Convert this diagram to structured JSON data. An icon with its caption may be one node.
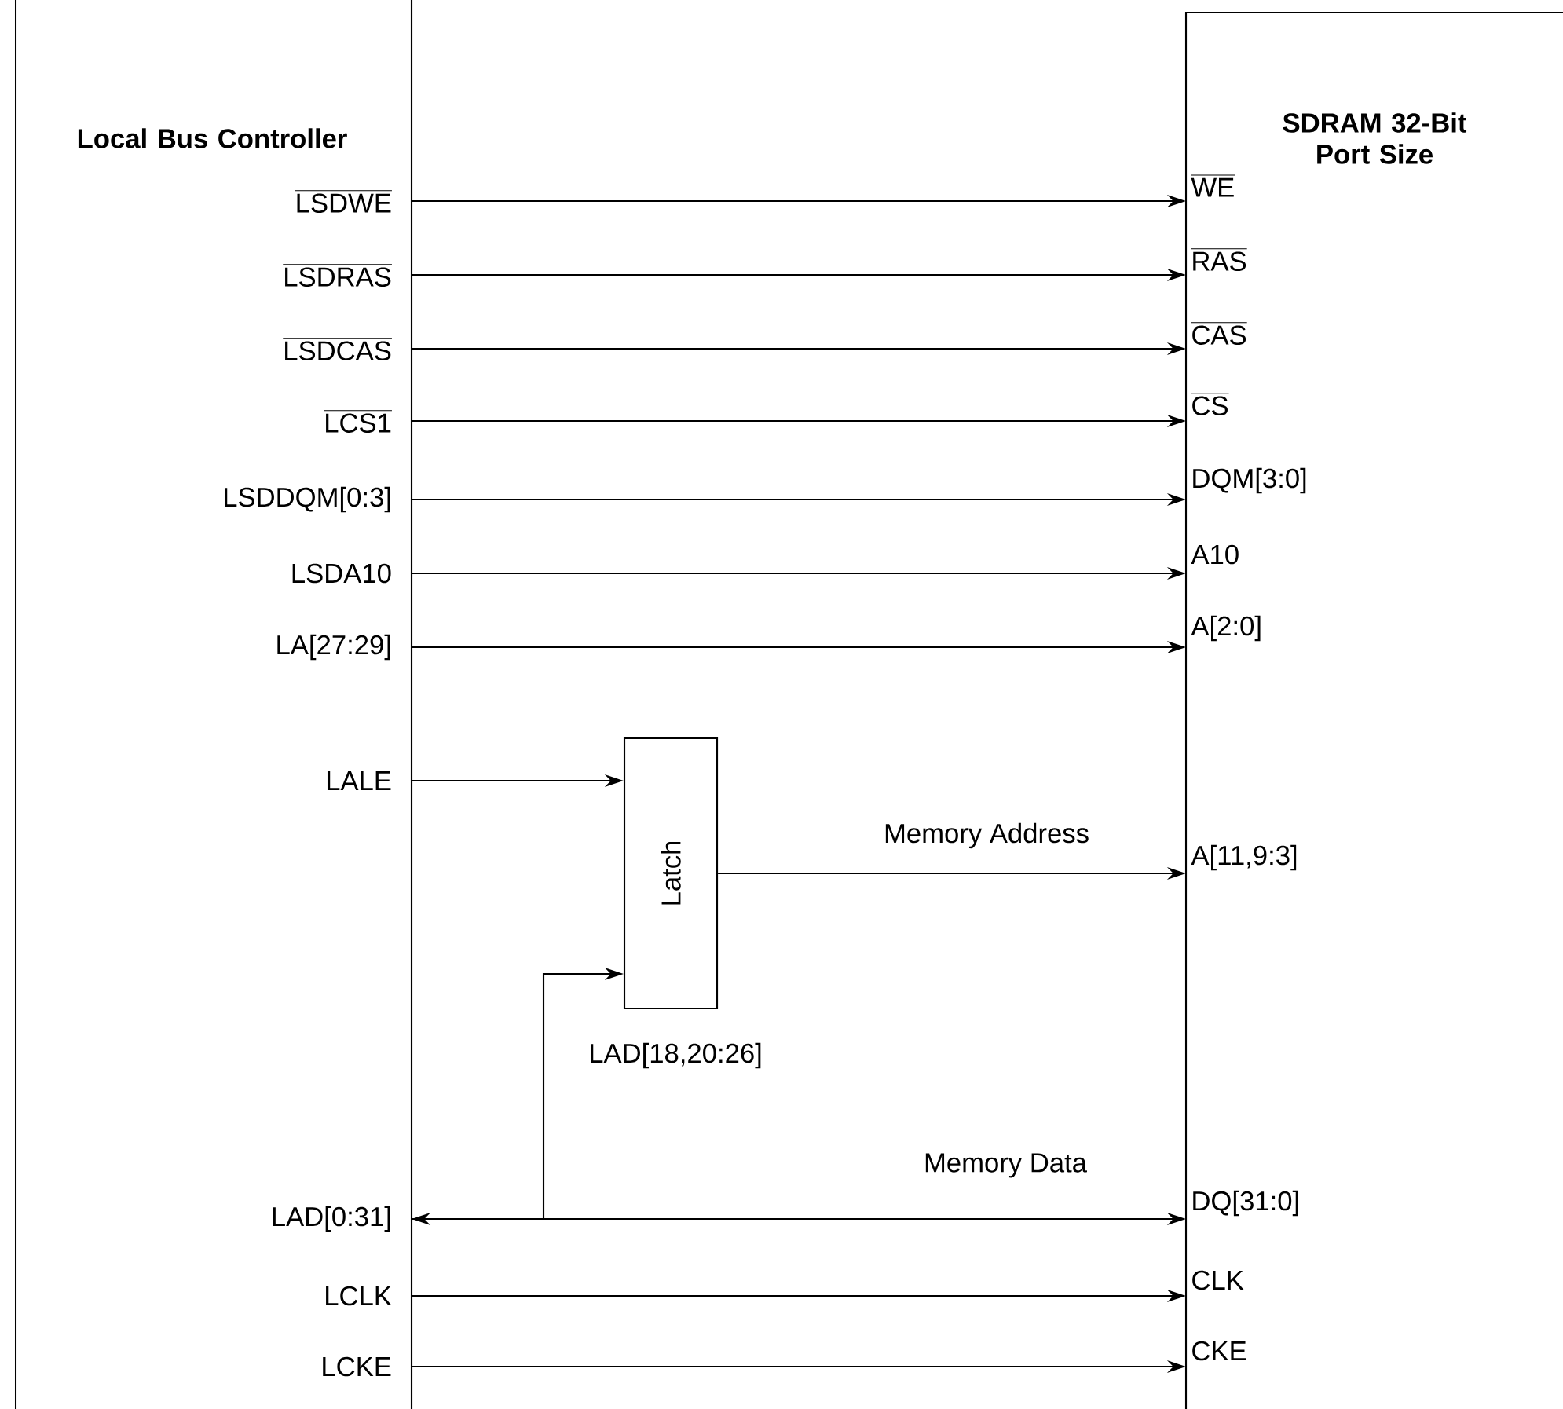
{
  "diagram": {
    "nodes": [
      {
        "text": [
          "Local Bus Controller"
        ]
      },
      {
        "text": [
          "LSDWE"
        ],
        "in": 0
      },
      {
        "text": [
          "LSDRAS"
        ],
        "in": 0
      },
      {
        "text": [
          "LSDCAS"
        ],
        "in": 0
      },
      {
        "text": [
          "LCS1"
        ],
        "in": 0
      },
      {
        "text": [
          "LSDDQM[0:3]"
        ],
        "in": 0
      },
      {
        "text": [
          "LSDA10"
        ],
        "in": 0
      },
      {
        "text": [
          "LA[27:29]"
        ],
        "in": 0
      },
      {
        "text": [
          "LALE"
        ],
        "in": 0
      },
      {
        "text": [
          "LAD[0:31]"
        ],
        "in": 0
      },
      {
        "text": [
          "LCLK"
        ],
        "in": 0
      },
      {
        "text": [
          "LCKE"
        ],
        "in": 0
      },
      {
        "text": [
          "SDRAM 32-Bit Port Size"
        ]
      },
      {
        "text": [
          "WE"
        ],
        "in": 12
      },
      {
        "text": [
          "RAS"
        ],
        "in": 12
      },
      {
        "text": [
          "CAS"
        ],
        "in": 12
      },
      {
        "text": [
          "CS"
        ],
        "in": 12
      },
      {
        "text": [
          "DQM[3:0]"
        ],
        "in": 12
      },
      {
        "text": [
          "A10"
        ],
        "in": 12
      },
      {
        "text": [
          "A[2:0]"
        ],
        "in": 12
      },
      {
        "text": [
          "A[11,9:3]"
        ],
        "in": 12
      },
      {
        "text": [
          "DQ[31:0]"
        ],
        "in": 12
      },
      {
        "text": [
          "CLK"
        ],
        "in": 12
      },
      {
        "text": [
          "CKE"
        ],
        "in": 12
      },
      {
        "text": [
          "Latch"
        ]
      }
    ],
    "edges": [
      {
        "from": 1,
        "to": 13,
        "arrow": "to"
      },
      {
        "from": 2,
        "to": 14,
        "arrow": "to"
      },
      {
        "from": 3,
        "to": 15,
        "arrow": "to"
      },
      {
        "from": 4,
        "to": 16,
        "arrow": "to"
      },
      {
        "from": 5,
        "to": 17,
        "arrow": "to"
      },
      {
        "from": 6,
        "to": 18,
        "arrow": "to"
      },
      {
        "from": 7,
        "to": 19,
        "arrow": "to"
      },
      {
        "from": 8,
        "to": 24,
        "arrow": "to"
      },
      {
        "from": 24,
        "to": 20,
        "arrow": "to",
        "label": "Memory Address"
      },
      {
        "from": 9,
        "to": 24,
        "arrow": "to",
        "label": "LAD[18,20:26]"
      },
      {
        "from": 9,
        "to": 21,
        "arrow": "both",
        "label": "Memory Data"
      },
      {
        "from": 10,
        "to": 22,
        "arrow": "to"
      },
      {
        "from": 11,
        "to": 23,
        "arrow": "to"
      }
    ]
  }
}
